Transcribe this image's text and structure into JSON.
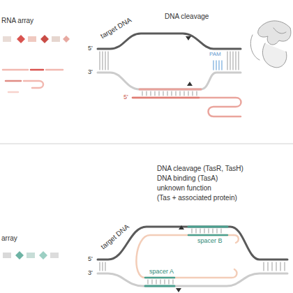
{
  "diagram": {
    "labels": [
      "RNA array",
      "target DNA",
      "DNA cleavage",
      "PAM",
      "5'",
      "3'",
      "5'",
      "DNA cleavage (TasR, TasH)",
      "DNA binding (TasA)",
      "unknown function",
      "(Tas + associated protein)",
      "array",
      "target DNA",
      "spacer B",
      "spacer A",
      "5'",
      "3'"
    ]
  }
}
